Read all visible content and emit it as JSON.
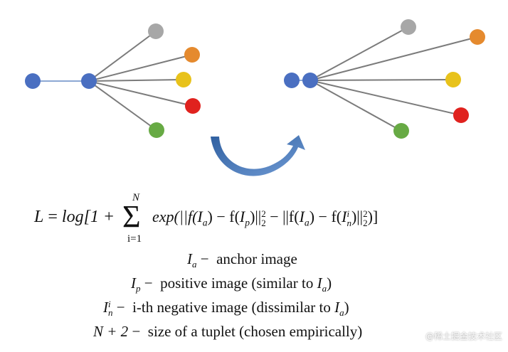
{
  "colors": {
    "blue": "#4a6fc1",
    "gray": "#a7a7a7",
    "orange": "#e58a2e",
    "yellow": "#e8c21b",
    "red": "#e0221e",
    "green": "#67aa44",
    "edge": "#7b7b7b",
    "anchor_link": "#8ca8d4",
    "arrow": "#3d6fad"
  },
  "diagram": {
    "left_graph": {
      "nodes": [
        "anchor",
        "positive",
        "gray",
        "orange",
        "yellow",
        "red",
        "green"
      ]
    },
    "right_graph": {
      "nodes": [
        "anchor",
        "positive",
        "gray",
        "orange",
        "yellow",
        "red",
        "green"
      ]
    },
    "transition_arrow": "curved-arrow-icon"
  },
  "formula": {
    "lhs": "L",
    "equals": "=",
    "log_open": "log[1 +",
    "sum_upper": "N",
    "sum_lower": "i=1",
    "sum_symbol": "Σ",
    "body": "exp(||f(I",
    "body_parts": {
      "exp": "exp(||f(",
      "Ia": "I",
      "a": "a",
      "minus": ") − f(",
      "Ip": "I",
      "p": "p",
      "close": ")||",
      "pow": "2",
      "sub2": "2",
      "minus2": " − ||f(",
      "Ia2": "I",
      "a2": "a",
      "minus3": ") − f(",
      "In": "I",
      "n": "n",
      "i": "i",
      "close2": ")||",
      "pow2": "2",
      "sub22": "2",
      "end": ")]"
    }
  },
  "legend": [
    {
      "sym_main": "I",
      "sym_sub": "a",
      "sym_sup": "",
      "dash": "−",
      "text": "anchor image",
      "tail_main": "",
      "tail_sub": ""
    },
    {
      "sym_main": "I",
      "sym_sub": "p",
      "sym_sup": "",
      "dash": "−",
      "text": "positive image (similar to ",
      "tail_main": "I",
      "tail_sub": "a",
      "tail_end": ")"
    },
    {
      "sym_main": "I",
      "sym_sub": "n",
      "sym_sup": "i",
      "dash": "−",
      "text": "i-th negative image (dissimilar to ",
      "tail_main": "I",
      "tail_sub": "a",
      "tail_end": ")"
    },
    {
      "sym_main": "N + 2",
      "sym_sub": "",
      "sym_sup": "",
      "dash": "−",
      "text": "size of a tuplet (chosen empirically)",
      "tail_main": "",
      "tail_sub": ""
    }
  ],
  "watermark": "@稀土掘金技术社区"
}
